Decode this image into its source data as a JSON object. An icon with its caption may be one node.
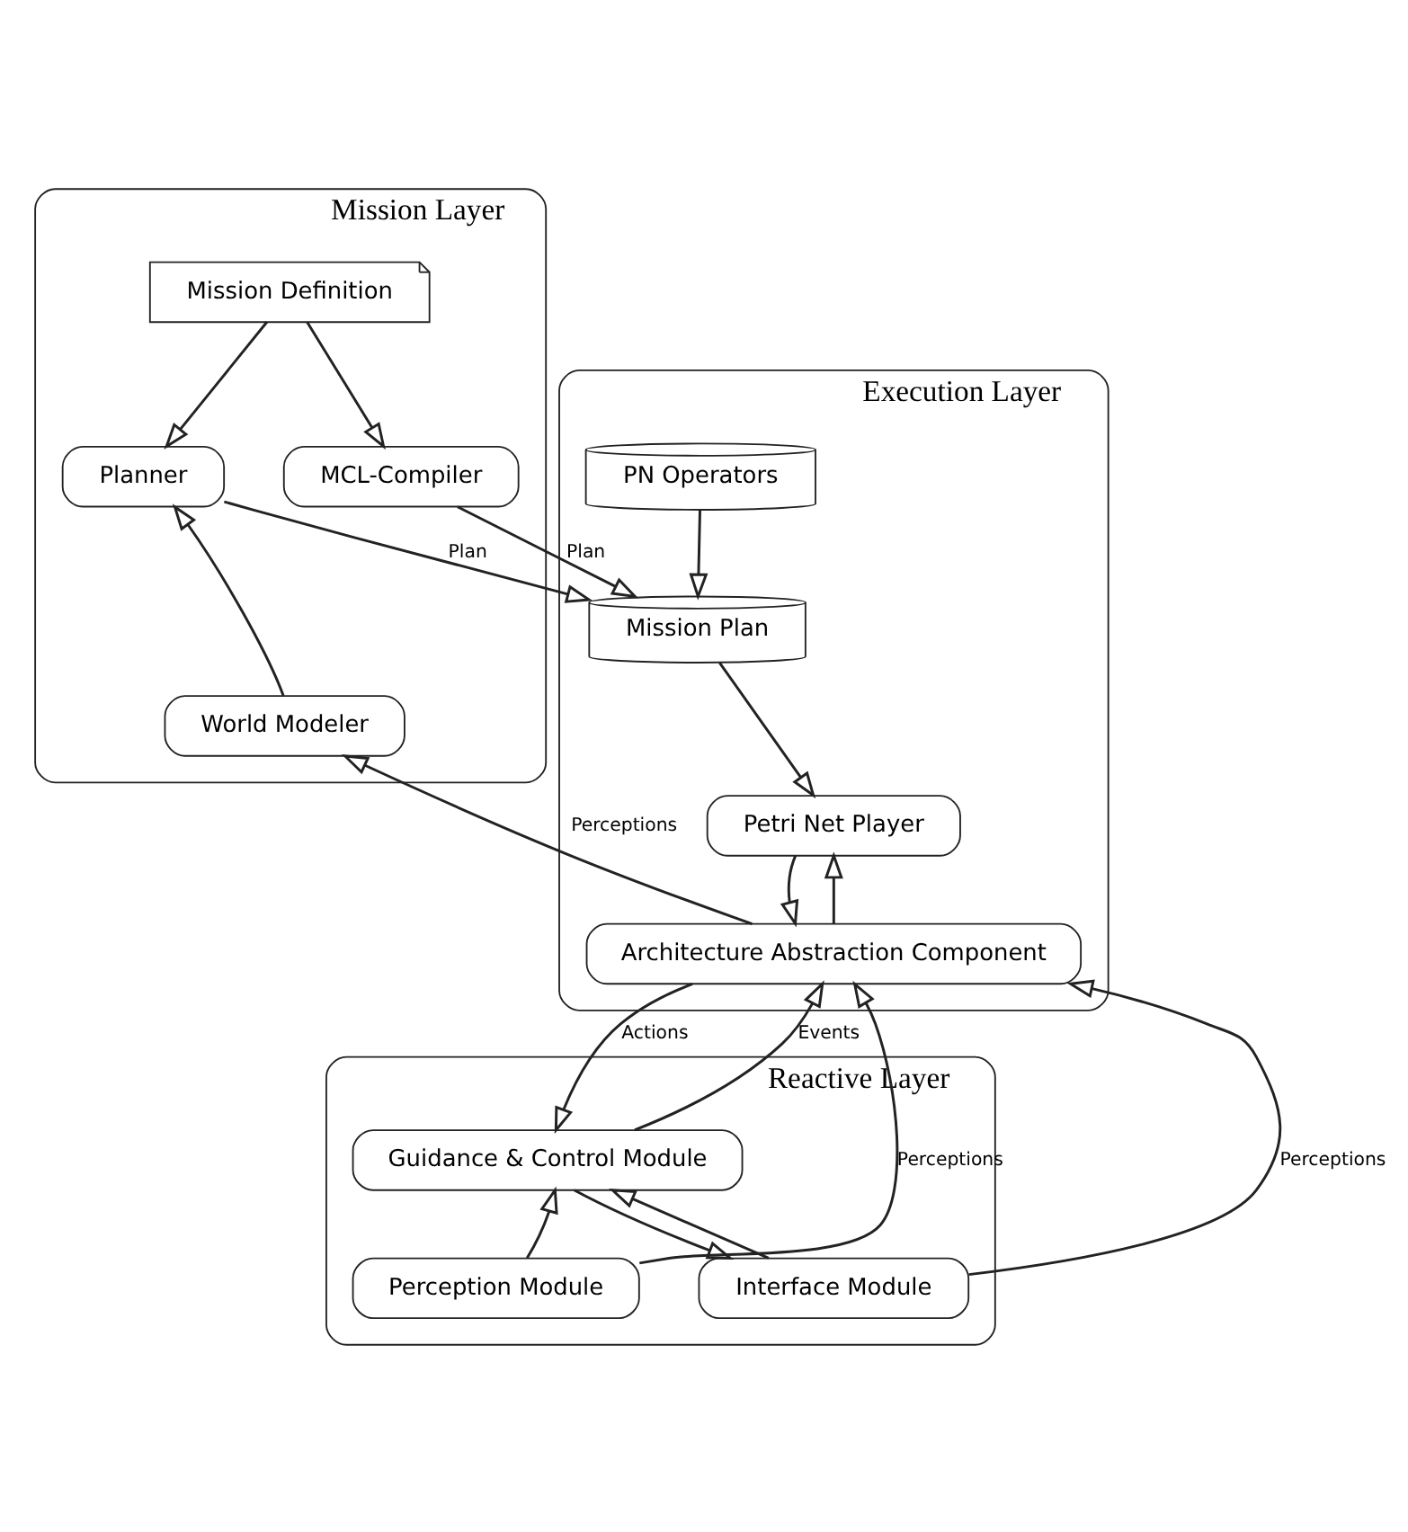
{
  "diagram": {
    "nodes": [
      {
        "text": [
          "Mission Layer"
        ]
      },
      {
        "text": [
          "Mission Definition"
        ],
        "in": 0
      },
      {
        "text": [
          "Planner"
        ],
        "in": 0
      },
      {
        "text": [
          "World Modeler"
        ],
        "in": 0
      },
      {
        "text": [
          "MCL-Compiler"
        ],
        "in": 0
      },
      {
        "text": [
          "Execution Layer"
        ]
      },
      {
        "text": [
          "PN Operators"
        ],
        "in": 5
      },
      {
        "text": [
          "Mission Plan"
        ],
        "in": 5
      },
      {
        "text": [
          "Petri Net Player"
        ],
        "in": 5
      },
      {
        "text": [
          "Architecture Abstraction Component"
        ],
        "in": 5
      },
      {
        "text": [
          "Reactive Layer"
        ]
      },
      {
        "text": [
          "Guidance & Control Module"
        ],
        "in": 10
      },
      {
        "text": [
          "Perception Module"
        ],
        "in": 10
      },
      {
        "text": [
          "Interface Module"
        ],
        "in": 10
      }
    ],
    "edges": [
      {
        "from": 1,
        "to": 2,
        "arrow": "to"
      },
      {
        "from": 3,
        "to": 2,
        "arrow": "to"
      },
      {
        "from": 1,
        "to": 4,
        "arrow": "to"
      },
      {
        "from": 2,
        "to": 7,
        "arrow": "to",
        "label": "Plan"
      },
      {
        "from": 4,
        "to": 7,
        "arrow": "to",
        "label": "Plan"
      },
      {
        "from": 6,
        "to": 7,
        "arrow": "to"
      },
      {
        "from": 7,
        "to": 8,
        "arrow": "to"
      },
      {
        "from": 8,
        "to": 9,
        "arrow": "to"
      },
      {
        "from": 9,
        "to": 8,
        "arrow": "to"
      },
      {
        "from": 9,
        "to": 3,
        "arrow": "to",
        "label": "Perceptions"
      },
      {
        "from": 13,
        "to": 9,
        "arrow": "to",
        "label": "Perceptions"
      },
      {
        "from": 12,
        "to": 9,
        "arrow": "to",
        "label": "Perceptions"
      },
      {
        "from": 11,
        "to": 9,
        "arrow": "to",
        "label": "Events"
      },
      {
        "from": 9,
        "to": 11,
        "arrow": "to",
        "label": "Actions"
      },
      {
        "from": 12,
        "to": 11,
        "arrow": "to"
      },
      {
        "from": 13,
        "to": 11,
        "arrow": "to"
      },
      {
        "from": 11,
        "to": 13,
        "arrow": "to"
      }
    ]
  }
}
